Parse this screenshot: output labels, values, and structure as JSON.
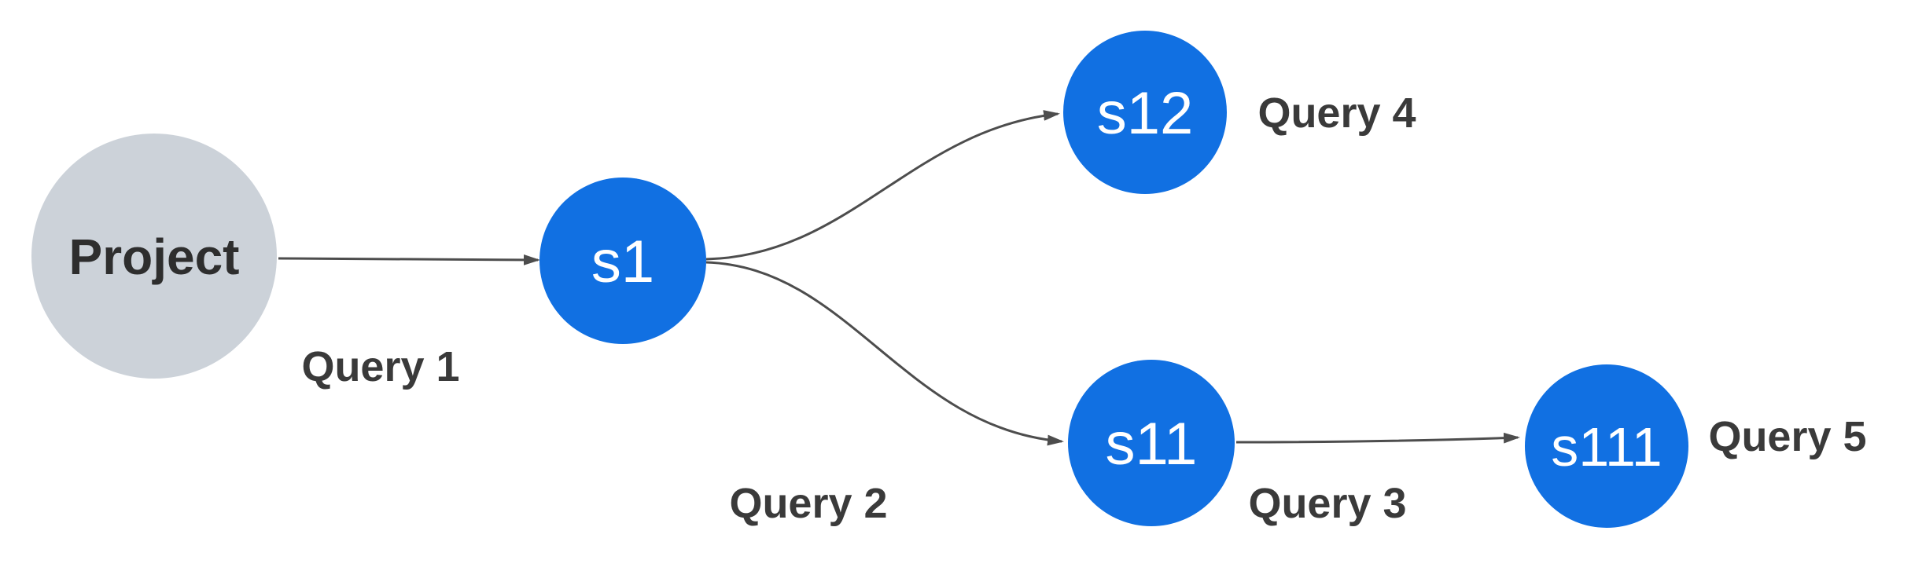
{
  "app": {
    "type": "diagram-canvas",
    "background": "#ffffff"
  },
  "colors": {
    "node_blue": "#1170e2",
    "root_gray": "#ccd2d9",
    "edge_stroke": "#4d4d4d",
    "edge_label_text": "#3a3a3a",
    "root_label_text": "#2e2e2e",
    "node_label_text": "#ffffff"
  },
  "diagram": {
    "type": "tree",
    "nodes": [
      {
        "id": "Project",
        "label": "Project",
        "shape": "circle",
        "fill": "#ccd2d9",
        "text_color": "#2e2e2e",
        "role": "root"
      },
      {
        "id": "s1",
        "label": "s1",
        "shape": "circle",
        "fill": "#1170e2",
        "text_color": "#ffffff",
        "role": "child"
      },
      {
        "id": "s12",
        "label": "s12",
        "shape": "circle",
        "fill": "#1170e2",
        "text_color": "#ffffff",
        "role": "child"
      },
      {
        "id": "s11",
        "label": "s11",
        "shape": "circle",
        "fill": "#1170e2",
        "text_color": "#ffffff",
        "role": "child"
      },
      {
        "id": "s111",
        "label": "s111",
        "shape": "circle",
        "fill": "#1170e2",
        "text_color": "#ffffff",
        "role": "child"
      }
    ],
    "edges": [
      {
        "from": "Project",
        "to": "s1",
        "label": "Query 1",
        "style": "straight-arrow"
      },
      {
        "from": "s1",
        "to": "s12",
        "label": "",
        "style": "curved-arrow"
      },
      {
        "from": "s1",
        "to": "s11",
        "label": "Query 2",
        "style": "curved-arrow"
      },
      {
        "from": "s11",
        "to": "s111",
        "label": "Query 3",
        "style": "straight-arrow"
      }
    ],
    "annotations": [
      {
        "text": "Query 4",
        "near_node": "s12"
      },
      {
        "text": "Query 5",
        "near_node": "s111"
      }
    ]
  }
}
